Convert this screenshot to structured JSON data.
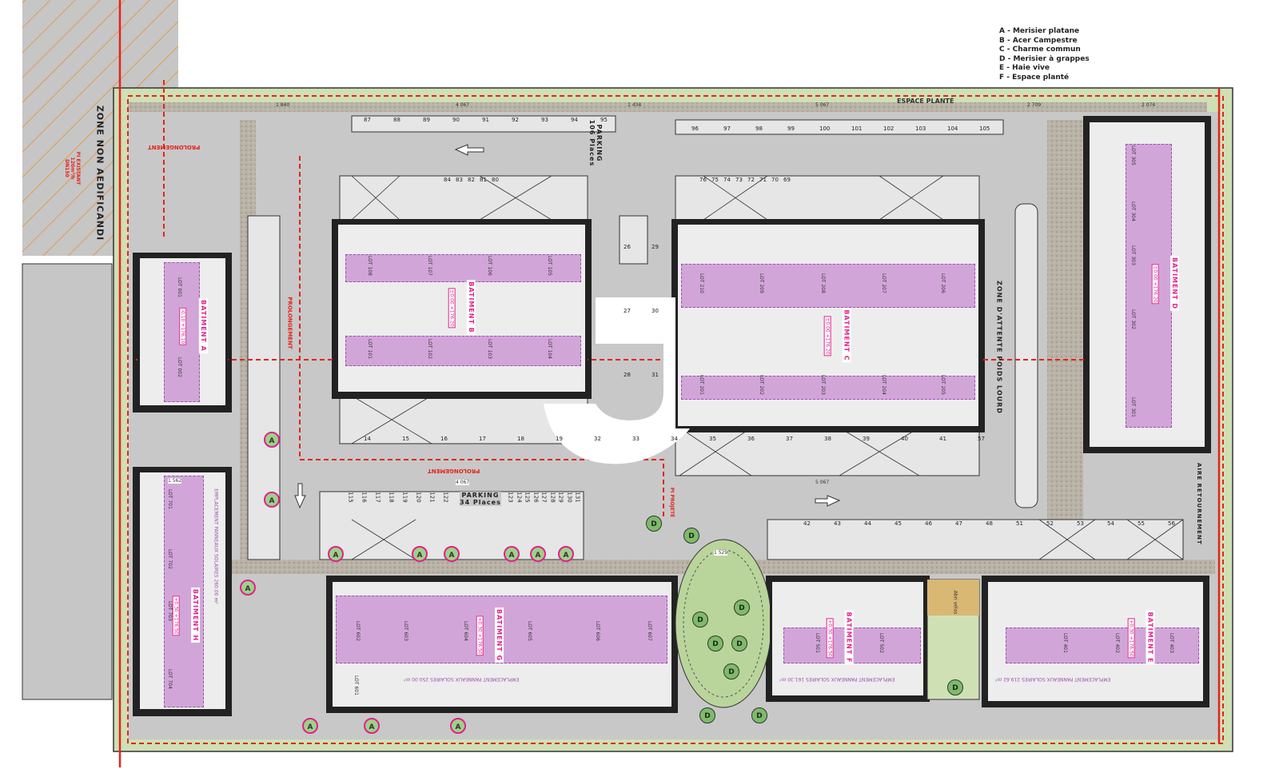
{
  "legend": [
    "A - Merisier platane",
    "B - Acer Campestre",
    "C - Charme commun",
    "D - Merisier à grappes",
    "E - Haie vive",
    "F - Espace planté"
  ],
  "zones": {
    "non_aedificandi": "ZONE NON AEDIFICANDI",
    "espace_plante": "ESPACE PLANTÉ",
    "attente_poids_lourd": "ZONE D'ATTENTE POIDS LOURD",
    "aire_retournement": "AIRE RETOURNEMENT",
    "parking_north": "PARKING",
    "parking_north_places": "106 Places",
    "parking_south": "PARKING",
    "parking_south_places": "34 Places",
    "prolongement": "PROLONGEMENT",
    "pi_existant": [
      "PI EXISTANT",
      "120m³/h",
      "DN150"
    ],
    "pi_projete": "PI PROJETÉ",
    "abri_velos": "Abri vélos"
  },
  "dimensions": [
    "1 840",
    "4 067",
    "5 067",
    "1 434",
    "4 067",
    "5 067",
    "1 562",
    "1 529",
    "2 074",
    "2 709"
  ],
  "colors": {
    "lot_band": "#c88cd2",
    "building_label": "#e0218a",
    "boundary": "#e3231d",
    "road": "#c8c8c8",
    "green": "#cfe0b5"
  },
  "buildings": [
    {
      "name": "BATIMENT A",
      "elev": "-0.10 +176.10",
      "lots": [
        "LOT 001",
        "LOT 002"
      ]
    },
    {
      "name": "BATIMENT B",
      "elev": "±0.00 +176.20",
      "lots": [
        "LOT 108",
        "LOT 107",
        "LOT 106",
        "LOT 105",
        "LOT 101",
        "LOT 102",
        "LOT 103",
        "LOT 104"
      ]
    },
    {
      "name": "BATIMENT C",
      "elev": "±0.00 +176.20",
      "lots": [
        "LOT 210",
        "LOT 209",
        "LOT 208",
        "LOT 207",
        "LOT 206",
        "LOT 201",
        "LOT 202",
        "LOT 203",
        "LOT 204",
        "LOT 205"
      ]
    },
    {
      "name": "BATIMENT D",
      "elev": "±0.00 +176.20",
      "lots": [
        "LOT 305",
        "LOT 304",
        "LOT 303",
        "LOT 302",
        "LOT 301"
      ]
    },
    {
      "name": "BATIMENT E",
      "elev": "+0.30 +176.50",
      "lots": [
        "LOT 401",
        "LOT 402",
        "LOT 403"
      ]
    },
    {
      "name": "BATIMENT F",
      "elev": "+0.30 +176.50",
      "lots": [
        "LOT 501",
        "LOT 502"
      ]
    },
    {
      "name": "BATIMENT G",
      "elev": "+0.30 +176.50",
      "lots": [
        "LOT 602",
        "LOT 603",
        "LOT 604",
        "LOT 605",
        "LOT 606",
        "LOT 607",
        "LOT 601"
      ]
    },
    {
      "name": "BATIMENT H",
      "elev": "+0.30 +176.50",
      "lots": [
        "LOT 701",
        "LOT 702",
        "LOT 703",
        "LOT 704"
      ]
    }
  ],
  "solar": {
    "E": "EMPLACEMENT PANNEAUX SOLAIRES 219.62 m²",
    "F": "EMPLACEMENT PANNEAUX SOLAIRES 161.30 m²",
    "G": "EMPLACEMENT PANNEAUX SOLAIRES 250.00 m²",
    "H": "EMPLACEMENT PANNEAUX SOLAIRES 260.00 m²"
  },
  "parking_numbers": {
    "north_row_left": [
      "87",
      "88",
      "89",
      "90",
      "91",
      "92",
      "93",
      "94",
      "95"
    ],
    "north_row_right": [
      "96",
      "97",
      "98",
      "99",
      "100",
      "101",
      "102",
      "103",
      "104",
      "105"
    ],
    "inner_left": [
      "84",
      "83",
      "82",
      "81",
      "80"
    ],
    "inner_right": [
      "76",
      "75",
      "74",
      "73",
      "72",
      "71",
      "70",
      "69"
    ],
    "south_row": [
      "42",
      "43",
      "44",
      "45",
      "46",
      "47",
      "48",
      "51",
      "52",
      "53",
      "54",
      "55",
      "56"
    ],
    "south_parking": [
      "115",
      "116",
      "117",
      "118",
      "119",
      "120",
      "121",
      "122",
      "123",
      "124",
      "125",
      "126",
      "127",
      "128",
      "129",
      "130",
      "131"
    ],
    "center": [
      "26",
      "27",
      "28",
      "29",
      "30",
      "31"
    ],
    "mid_row": [
      "14",
      "15",
      "16",
      "17",
      "18",
      "19",
      "32",
      "33",
      "34",
      "35",
      "36",
      "37",
      "38",
      "39",
      "40",
      "41",
      "57"
    ]
  },
  "trees": [
    "A",
    "A",
    "A",
    "A",
    "A",
    "A",
    "A",
    "A",
    "A",
    "A",
    "A",
    "A",
    "D",
    "D",
    "D",
    "D",
    "D",
    "D",
    "D",
    "D",
    "D",
    "D"
  ]
}
